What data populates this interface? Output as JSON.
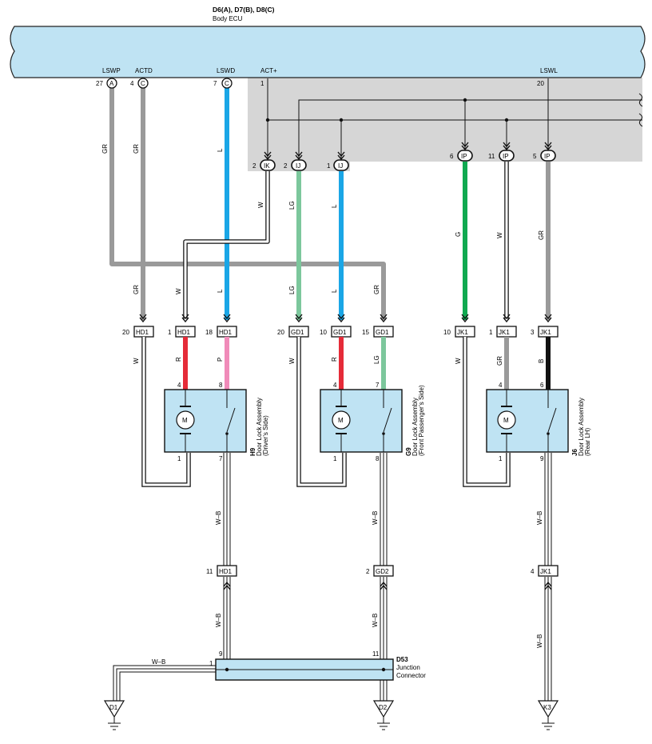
{
  "colors": {
    "ecu_fill": "#bfe3f3",
    "gray_area": "#d6d6d6",
    "comp_fill": "#bfe3f3",
    "gray_wire": "#9a9a9a",
    "blue_wire": "#1aa6e6",
    "lg_wire": "#7cc79c",
    "g_wire": "#10a950",
    "red_wire": "#e52b38",
    "pink_wire": "#f08bb9",
    "black_wire": "#111111"
  },
  "ecu": {
    "connectors": "D6(A), D7(B), D8(C)",
    "name": "Body ECU",
    "terminals": [
      {
        "pin": "27",
        "conn": "A",
        "signal": "LSWP"
      },
      {
        "pin": "4",
        "conn": "C",
        "signal": "ACTD"
      },
      {
        "pin": "7",
        "conn": "C",
        "signal": "LSWD"
      },
      {
        "pin": "1",
        "conn": "",
        "signal": "ACT+"
      },
      {
        "pin": "20",
        "conn": "",
        "signal": "LSWL"
      }
    ]
  },
  "junction_pins": [
    {
      "pin": "2",
      "conn": "IK"
    },
    {
      "pin": "2",
      "conn": "IJ"
    },
    {
      "pin": "1",
      "conn": "IJ"
    },
    {
      "pin": "6",
      "conn": "IP"
    },
    {
      "pin": "11",
      "conn": "IP"
    },
    {
      "pin": "5",
      "conn": "IP"
    }
  ],
  "wire_colors": {
    "w1": "GR",
    "w2": "GR",
    "w3": "L",
    "w4": "W",
    "w5": "LG",
    "w6": "L",
    "w7": "G",
    "w8": "W",
    "w9": "GR",
    "w10": "GR",
    "w11": "W",
    "w12": "L",
    "w13": "LG",
    "w14": "L",
    "w15": "GR",
    "w16": "W",
    "w17": "R",
    "w18": "P",
    "w19": "W",
    "w20": "R",
    "w21": "LG",
    "w22": "W",
    "w23": "GR",
    "w24": "B",
    "w25": "W–B",
    "w26": "W–B",
    "w27": "W–B",
    "w28": "W–B",
    "w29": "W–B",
    "w30": "W–B",
    "w31": "W–B"
  },
  "connector_boxes": [
    {
      "pin": "20",
      "conn": "HD1"
    },
    {
      "pin": "1",
      "conn": "HD1"
    },
    {
      "pin": "18",
      "conn": "HD1"
    },
    {
      "pin": "20",
      "conn": "GD1"
    },
    {
      "pin": "10",
      "conn": "GD1"
    },
    {
      "pin": "15",
      "conn": "GD1"
    },
    {
      "pin": "10",
      "conn": "JK1"
    },
    {
      "pin": "1",
      "conn": "JK1"
    },
    {
      "pin": "3",
      "conn": "JK1"
    },
    {
      "pin": "11",
      "conn": "HD1"
    },
    {
      "pin": "2",
      "conn": "GD2"
    },
    {
      "pin": "4",
      "conn": "JK1"
    }
  ],
  "components": [
    {
      "id": "H9",
      "name": "Door Lock Assembly",
      "side": "(Driver’s Side)",
      "pins": {
        "tl": "4",
        "tr": "8",
        "bl": "1",
        "br": "7"
      },
      "motor": "M"
    },
    {
      "id": "G9",
      "name": "Door Lock Assembly",
      "side": "(Front Passenger’s Side)",
      "pins": {
        "tl": "4",
        "tr": "7",
        "bl": "1",
        "br": "8"
      },
      "motor": "M"
    },
    {
      "id": "J6",
      "name": "Door Lock Assembly",
      "side": "(Rear LH)",
      "pins": {
        "tl": "4",
        "tr": "6",
        "bl": "1",
        "br": "9"
      },
      "motor": "M"
    }
  ],
  "junction_connector": {
    "id": "D53",
    "line1": "Junction",
    "line2": "Connector",
    "pins": {
      "left": "1",
      "a": "9",
      "b": "11"
    }
  },
  "grounds": [
    {
      "name": "D1"
    },
    {
      "name": "D2"
    },
    {
      "name": "K3"
    }
  ]
}
